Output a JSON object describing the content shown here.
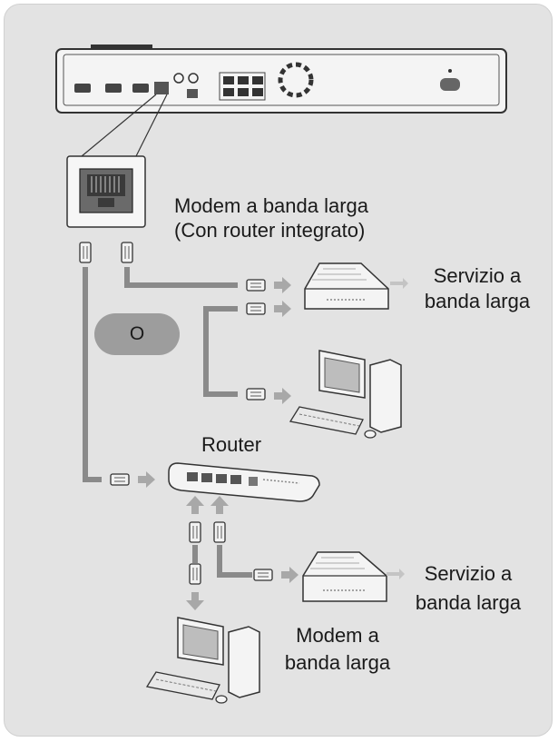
{
  "labels": {
    "modem_top_line1": "Modem a banda larga",
    "modem_top_line2": "(Con router integrato)",
    "service_top_line1": "Servizio a",
    "service_top_line2": "banda larga",
    "or": "O",
    "router": "Router",
    "service_bottom_line1": "Servizio a",
    "service_bottom_line2": "banda larga",
    "modem_bottom_line1": "Modem a",
    "modem_bottom_line2": "banda larga"
  },
  "colors": {
    "background": "#e3e3e3",
    "cable": "#8a8a8a",
    "arrow": "#a8a8a8",
    "device": "#f4f4f4",
    "outline": "#333333"
  }
}
